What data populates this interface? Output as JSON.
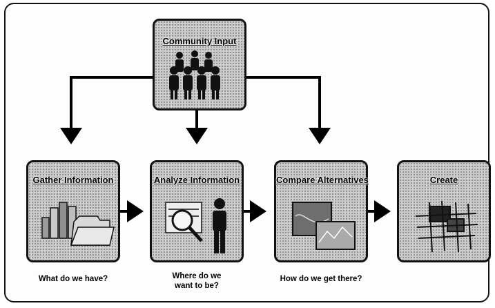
{
  "boxes": {
    "community": {
      "title": "Community Input",
      "icon": "people-group-icon"
    },
    "gather": {
      "title": "Gather Information",
      "icon": "binders-folder-icon"
    },
    "analyze": {
      "title": "Analyze Information",
      "icon": "magnifier-person-icon"
    },
    "compare": {
      "title": "Compare Alternatives",
      "icon": "maps-icon"
    },
    "create": {
      "title": "Create",
      "icon": "street-grid-icon"
    }
  },
  "captions": {
    "gather": "What do we have?",
    "analyze_line1": "Where do we",
    "analyze_line2": "want to be?",
    "compare": "How do we get there?"
  },
  "colors": {
    "border": "#111111",
    "box_fill": "#c8c8c8",
    "arrow": "#000000"
  }
}
